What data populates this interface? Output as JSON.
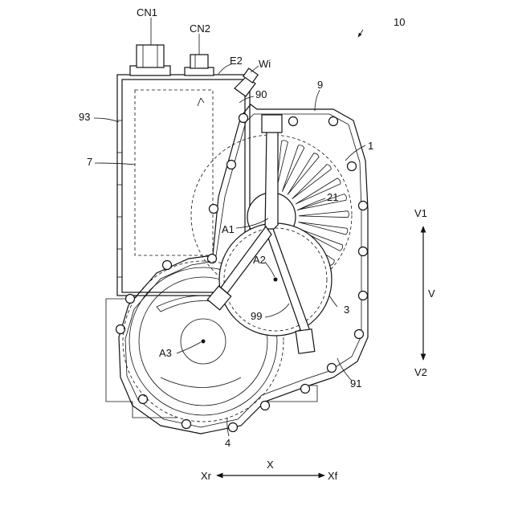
{
  "figure": {
    "figure_number": "10",
    "labels": {
      "cn1": "CN1",
      "cn2": "CN2",
      "e2": "E2",
      "wi": "Wi",
      "n90": "90",
      "n9": "9",
      "n93": "93",
      "n7": "7",
      "n1": "1",
      "n21": "21",
      "a1": "A1",
      "a2": "A2",
      "a3": "A3",
      "n99": "99",
      "n3": "3",
      "n91": "91",
      "n4": "4"
    },
    "vertical_axis": {
      "top": "V1",
      "middle": "V",
      "bottom": "V2"
    },
    "horizontal_axis": {
      "left": "Xr",
      "middle": "X",
      "right": "Xf"
    }
  }
}
